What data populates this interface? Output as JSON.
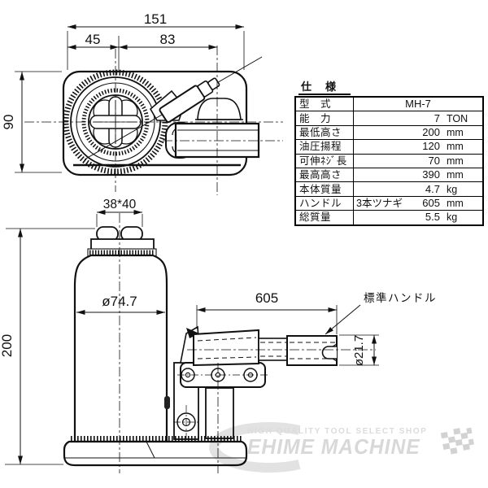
{
  "drawing": {
    "top_view": {
      "dim_total_width": "151",
      "dim_left": "45",
      "dim_right": "83",
      "dim_depth": "90"
    },
    "side_view": {
      "dim_saddle": "38*40",
      "dim_body_dia": "ø74.7",
      "dim_min_height": "200",
      "dim_handle_len": "605",
      "dim_handle_dia": "ø21.7",
      "handle_label": "標準ハンドル"
    }
  },
  "spec_table": {
    "title": "仕　様",
    "rows": [
      {
        "label": "型　式",
        "prefix": "",
        "value": "MH-7",
        "unit": ""
      },
      {
        "label": "能　力",
        "prefix": "",
        "value": "7",
        "unit": "TON"
      },
      {
        "label": "最低高さ",
        "prefix": "",
        "value": "200",
        "unit": "mm"
      },
      {
        "label": "油圧揚程",
        "prefix": "",
        "value": "120",
        "unit": "mm"
      },
      {
        "label": "可伸ﾈｼﾞ長",
        "prefix": "",
        "value": "70",
        "unit": "mm"
      },
      {
        "label": "最高高さ",
        "prefix": "",
        "value": "390",
        "unit": "mm"
      },
      {
        "label": "本体質量",
        "prefix": "",
        "value": "4.7",
        "unit": "kg"
      },
      {
        "label": "ハンドル",
        "prefix": "3本ツナギ",
        "value": "605",
        "unit": "mm"
      },
      {
        "label": "総質量",
        "prefix": "",
        "value": "5.5",
        "unit": "kg"
      }
    ]
  },
  "logo": {
    "tagline": "HIGH QUALITY TOOL SELECT SHOP",
    "name": "EHIME MACHINE",
    "color": "#d8d8d8"
  }
}
